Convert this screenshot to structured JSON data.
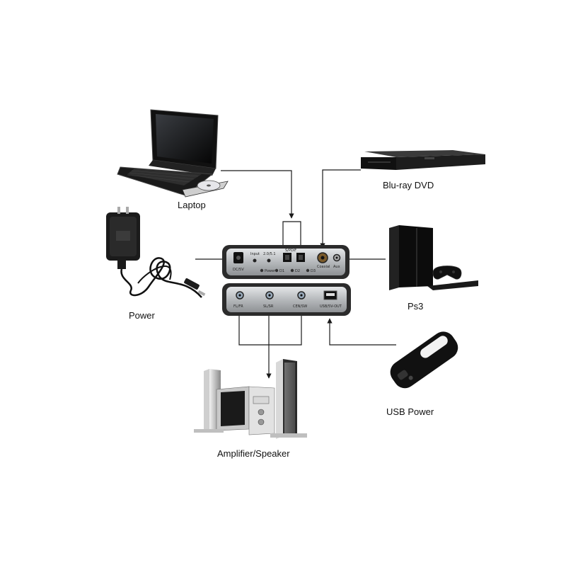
{
  "devices": {
    "laptop": "Laptop",
    "bluray": "Blu-ray DVD",
    "power": "Power",
    "ps3": "Ps3",
    "speaker": "Amplifier/Speaker",
    "usb": "USB Power"
  },
  "front_panel": {
    "dc": "DC/5V",
    "input": "Input",
    "mode": "2.0/5.1",
    "spdif": "S/PDIF",
    "coaxial": "Coaxial",
    "aux": "Aux",
    "power_led": "Power",
    "d1": "D1",
    "d2": "D2",
    "d3": "D3"
  },
  "back_panel": {
    "flfr": "FL/FR",
    "slsr": "SL/SR",
    "censw": "CEN/SW",
    "usb": "USB/5V-OUT"
  },
  "colors": {
    "line": "#1a1a1a",
    "box_body": "#b9bcbf",
    "box_frame": "#2b2b2b"
  }
}
